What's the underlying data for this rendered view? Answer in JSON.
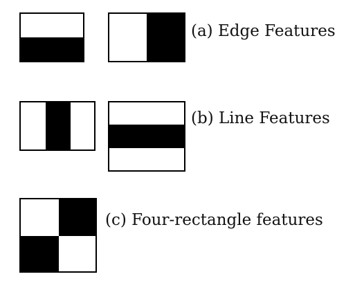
{
  "captions": {
    "edge": "(a) Edge Features",
    "line": "(b) Line Features",
    "four": "(c) Four-rectangle features"
  },
  "colors": {
    "dark": "#000000",
    "light": "#ffffff"
  }
}
